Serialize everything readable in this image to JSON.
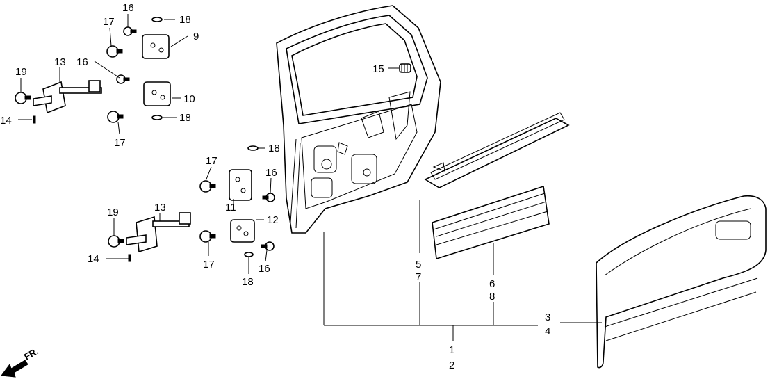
{
  "labels": {
    "l1": "1",
    "l2": "2",
    "l3": "3",
    "l4": "4",
    "l5": "5",
    "l6": "6",
    "l7": "7",
    "l8": "8",
    "l9": "9",
    "l10": "10",
    "l11": "11",
    "l12": "12",
    "l13a": "13",
    "l13b": "13",
    "l14a": "14",
    "l14b": "14",
    "l15": "15",
    "l16a": "16",
    "l16b": "16",
    "l16c": "16",
    "l16d": "16",
    "l17a": "17",
    "l17b": "17",
    "l17c": "17",
    "l17d": "17",
    "l18a": "18",
    "l18b": "18",
    "l18c": "18",
    "l18d": "18",
    "l19a": "19",
    "l19b": "19"
  },
  "front_arrow": {
    "label": "FR."
  },
  "icons": [
    "door-frame-icon",
    "door-skin-icon",
    "hinge-icon",
    "checker-icon",
    "bolt-icon",
    "molding-icon",
    "seal-icon",
    "front-arrow-icon"
  ]
}
